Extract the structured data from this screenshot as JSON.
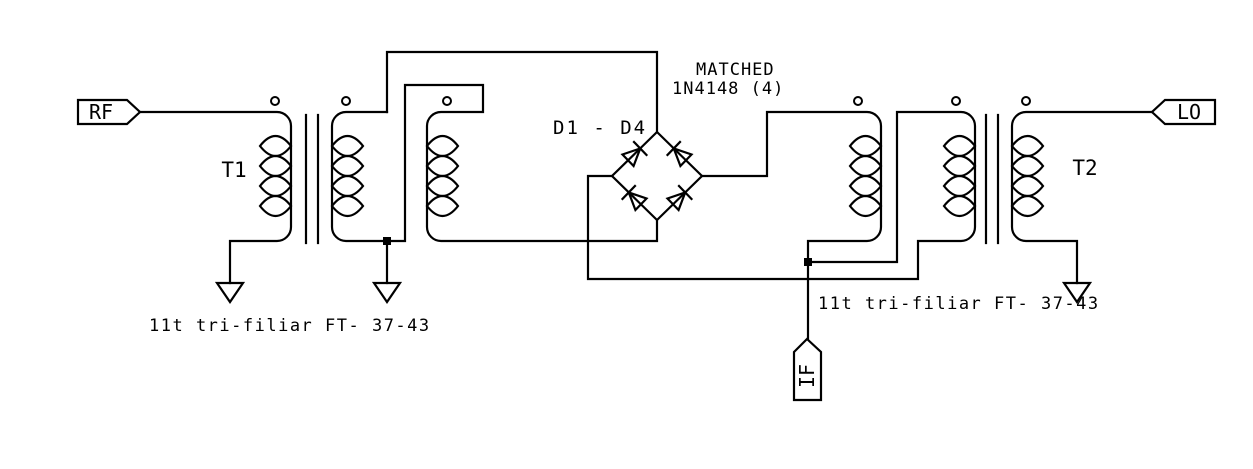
{
  "schematic": {
    "colors": {
      "background": "#ffffff",
      "line": "#000000"
    },
    "ports": {
      "rf": "RF",
      "lo": "LO",
      "if": "IF"
    },
    "transformers": {
      "t1": {
        "label": "T1",
        "note": "11t tri-filiar FT- 37-43"
      },
      "t2": {
        "label": "T2",
        "note": "11t tri-filiar FT- 37-43"
      }
    },
    "diode_ring": {
      "designators": "D1 - D4",
      "matched_label": "MATCHED",
      "part_number": "1N4148 (4)"
    }
  }
}
